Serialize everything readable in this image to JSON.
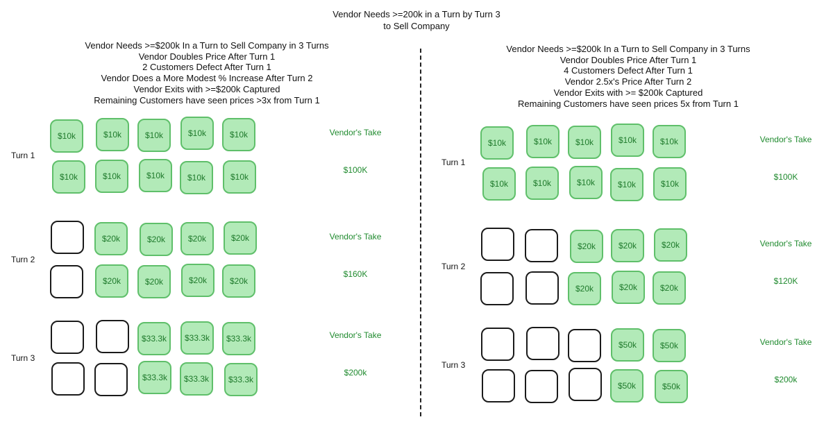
{
  "title": {
    "line1": "Vendor Needs >=200k in a Turn by Turn 3",
    "line2": "to Sell Company"
  },
  "colors": {
    "paid_fill": "#b2eab8",
    "paid_border": "#5fbf6a",
    "paid_text": "#1f7a2c",
    "take_text": "#1f8a2e",
    "empty_border": "#1a1a1a"
  },
  "left": {
    "notes": [
      "Vendor Needs >=$200k In a Turn to Sell Company in 3 Turns",
      "Vendor Doubles Price After Turn 1",
      "2 Customers Defect After Turn 1",
      "Vendor Does a More Modest % Increase After Turn 2",
      "Vendor Exits with >=$200k Captured",
      "Remaining Customers have seen prices >3x from Turn 1"
    ],
    "turns": [
      {
        "label": "Turn 1",
        "take_label": "Vendor's Take",
        "take": "$100K",
        "rows": [
          [
            "$10k",
            "$10k",
            "$10k",
            "$10k",
            "$10k"
          ],
          [
            "$10k",
            "$10k",
            "$10k",
            "$10k",
            "$10k"
          ]
        ]
      },
      {
        "label": "Turn 2",
        "take_label": "Vendor's Take",
        "take": "$160K",
        "rows": [
          [
            "",
            "$20k",
            "$20k",
            "$20k",
            "$20k"
          ],
          [
            "",
            "$20k",
            "$20k",
            "$20k",
            "$20k"
          ]
        ]
      },
      {
        "label": "Turn 3",
        "take_label": "Vendor's Take",
        "take": "$200k",
        "rows": [
          [
            "",
            "",
            "$33.3k",
            "$33.3k",
            "$33.3k"
          ],
          [
            "",
            "",
            "$33.3k",
            "$33.3k",
            "$33.3k"
          ]
        ]
      }
    ]
  },
  "right": {
    "notes": [
      "Vendor Needs >=$200k In a Turn to Sell Company in 3 Turns",
      "Vendor Doubles Price After Turn 1",
      "4 Customers Defect After Turn 1",
      "Vendor 2.5x's Price After Turn 2",
      "Vendor Exits with >= $200k Captured",
      "Remaining Customers have seen prices 5x from Turn 1"
    ],
    "turns": [
      {
        "label": "Turn 1",
        "take_label": "Vendor's Take",
        "take": "$100K",
        "rows": [
          [
            "$10k",
            "$10k",
            "$10k",
            "$10k",
            "$10k"
          ],
          [
            "$10k",
            "$10k",
            "$10k",
            "$10k",
            "$10k"
          ]
        ]
      },
      {
        "label": "Turn 2",
        "take_label": "Vendor's Take",
        "take": "$120K",
        "rows": [
          [
            "",
            "",
            "$20k",
            "$20k",
            "$20k"
          ],
          [
            "",
            "",
            "$20k",
            "$20k",
            "$20k"
          ]
        ]
      },
      {
        "label": "Turn 3",
        "take_label": "Vendor's Take",
        "take": "$200k",
        "rows": [
          [
            "",
            "",
            "",
            "$50k",
            "$50k"
          ],
          [
            "",
            "",
            "",
            "$50k",
            "$50k"
          ]
        ]
      }
    ]
  }
}
